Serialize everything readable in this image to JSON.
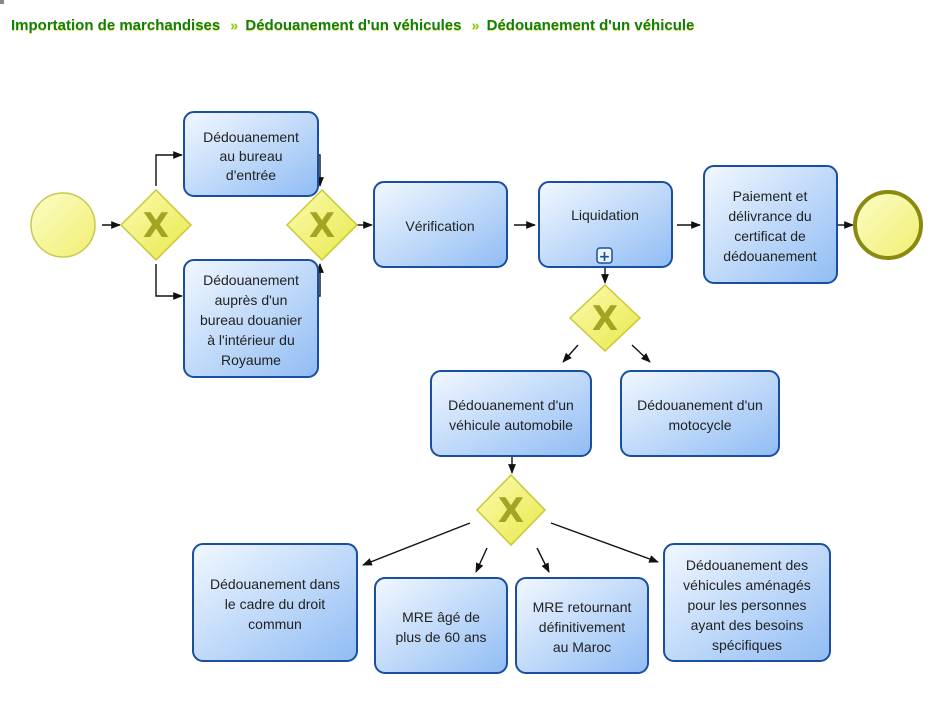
{
  "breadcrumb": {
    "items": [
      "Importation de marchandises",
      "Dédouanement d'un véhicules",
      "Dédouanement d'un véhicule"
    ],
    "separator": "»"
  },
  "diagram": {
    "type": "BPMN process",
    "events": {
      "start": "start-event",
      "end": "end-event"
    },
    "gateways": [
      {
        "id": "g1",
        "type": "exclusive",
        "symbol": "X"
      },
      {
        "id": "g2",
        "type": "exclusive",
        "symbol": "X"
      },
      {
        "id": "g3",
        "type": "exclusive",
        "symbol": "X"
      },
      {
        "id": "g4",
        "type": "exclusive",
        "symbol": "X"
      }
    ],
    "tasks": {
      "bureau_entree": [
        "Dédouanement",
        "au bureau",
        "d'entrée"
      ],
      "bureau_interieur": [
        "Dédouanement",
        "auprès d'un",
        "bureau douanier",
        "à l'intérieur du",
        "Royaume"
      ],
      "verification": [
        "Vérification"
      ],
      "liquidation": [
        "Liquidation"
      ],
      "liquidation_marker": "+",
      "paiement": [
        "Paiement et",
        "délivrance du",
        "certificat de",
        "dédouanement"
      ],
      "vehicule_auto": [
        "Dédouanement d'un",
        "véhicule automobile"
      ],
      "motocycle": [
        "Dédouanement d'un",
        "motocycle"
      ],
      "droit_commun": [
        "Dédouanement dans",
        "le cadre du droit",
        "commun"
      ],
      "mre_60": [
        "MRE âgé de",
        "plus de 60 ans"
      ],
      "mre_retour": [
        "MRE retournant",
        "définitivement",
        "au Maroc"
      ],
      "amenages": [
        "Dédouanement des",
        "véhicules aménagés",
        "pour les personnes",
        "ayant des besoins",
        "spécifiques"
      ]
    },
    "colors": {
      "breadcrumb": "#0f7f0f",
      "task_border": "#1a4fa0",
      "task_fill_light": "#eef5ff",
      "task_fill_dark": "#99c2f5",
      "gateway_fill": "#eeee66",
      "event_fill": "#f5f58a",
      "end_event_border": "#8a8a10"
    }
  }
}
